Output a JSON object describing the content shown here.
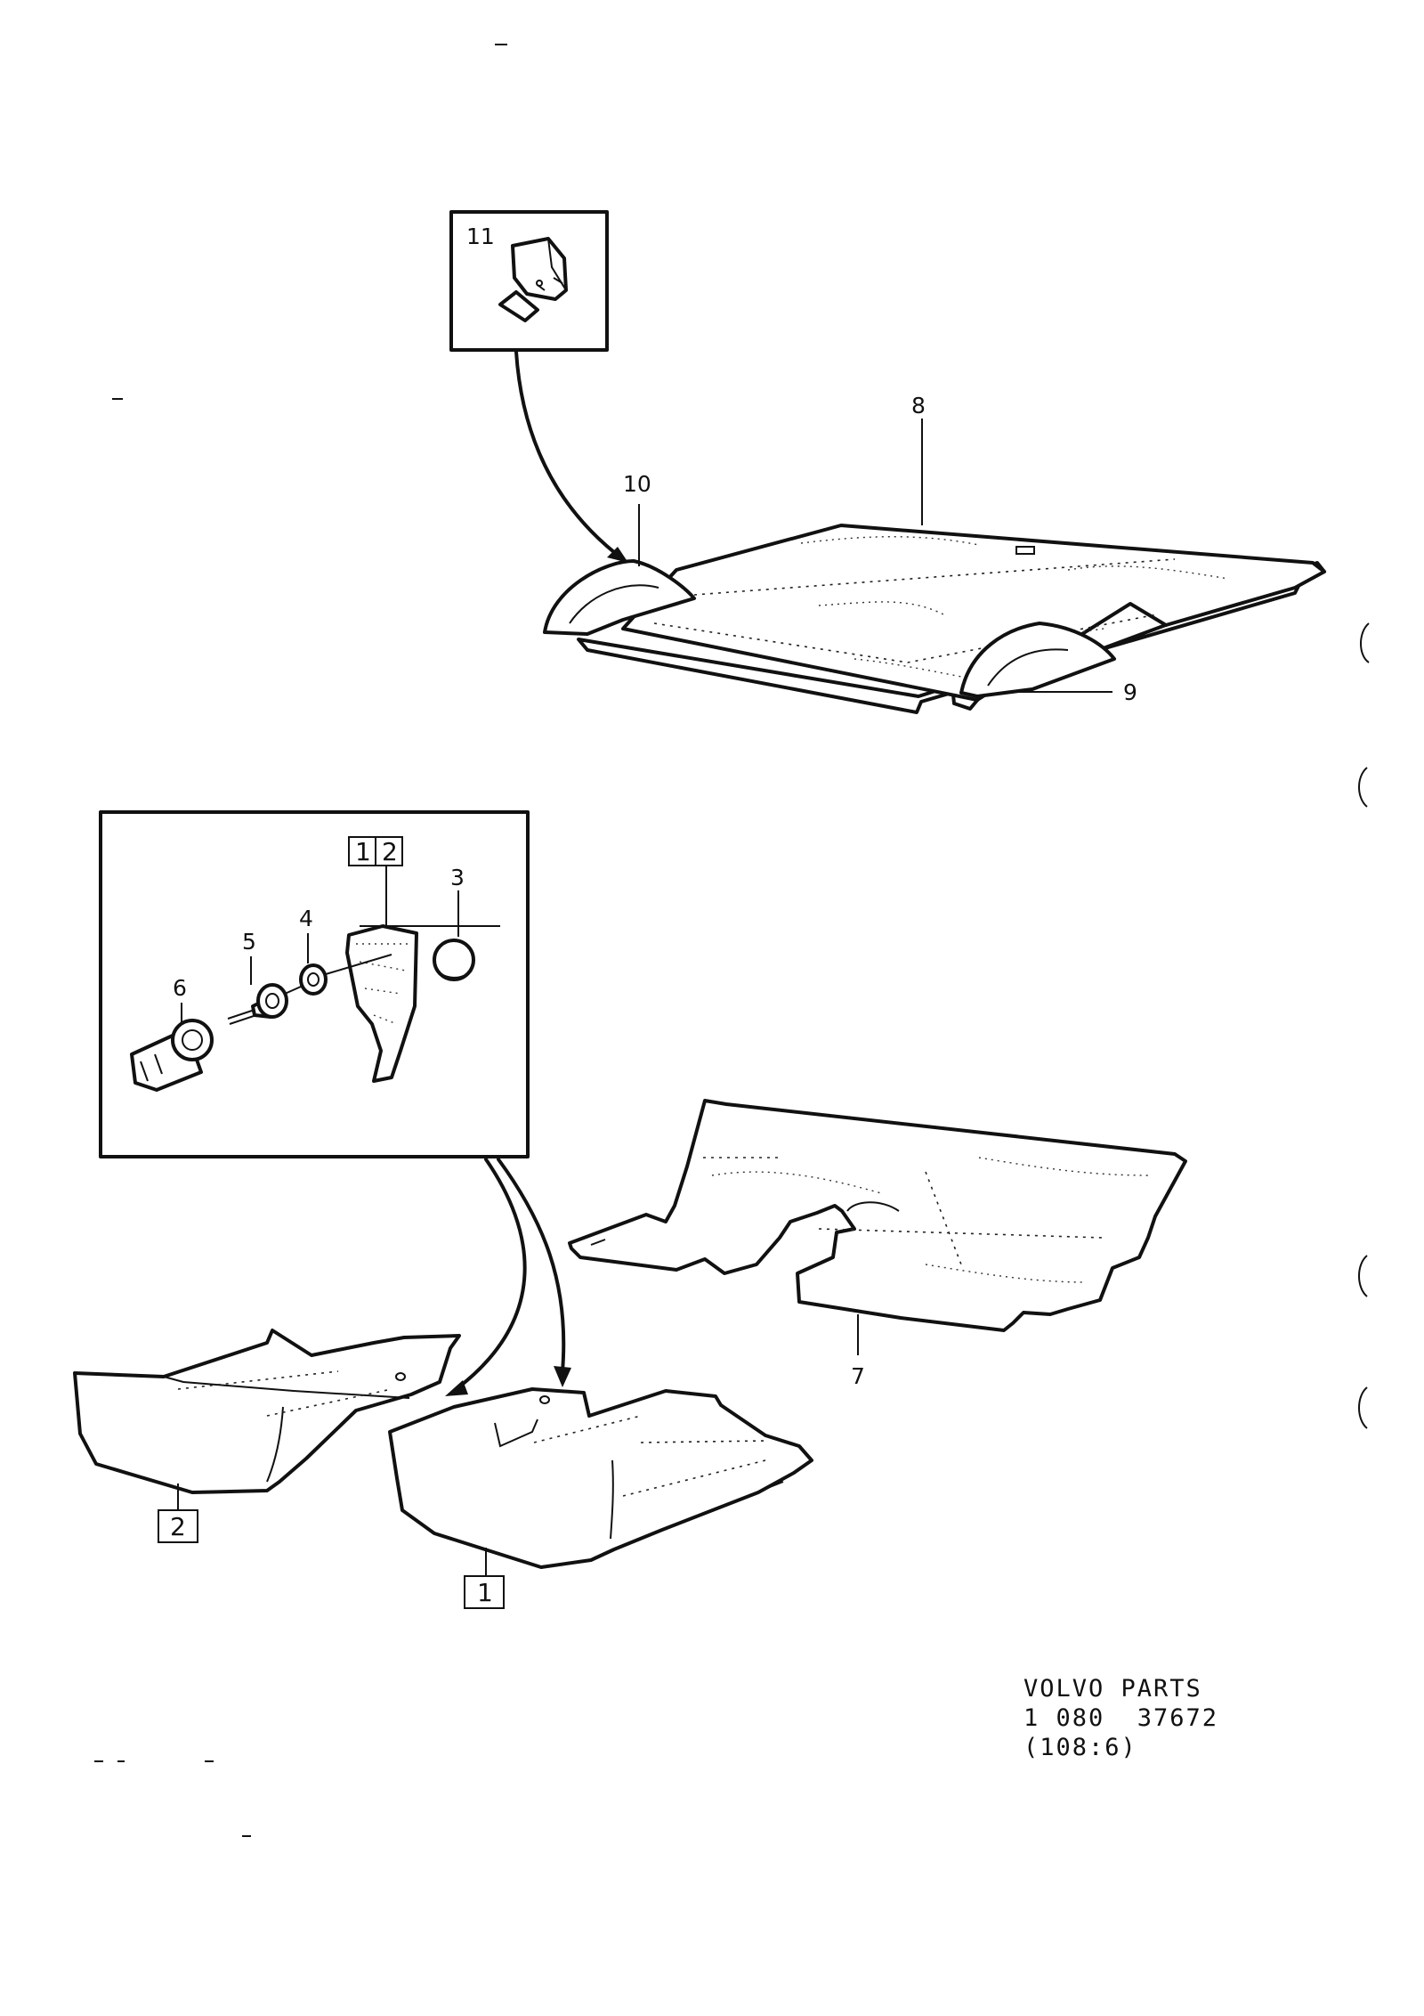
{
  "callouts": {
    "c1": "1",
    "c2": "2",
    "c3": "3",
    "c4": "4",
    "c5": "5",
    "c6": "6",
    "c7": "7",
    "c8": "8",
    "c9": "9",
    "c10": "10",
    "c11": "11",
    "detail_ref_1": "1",
    "detail_ref_2": "2"
  },
  "footer": {
    "line1": "VOLVO PARTS",
    "line2": "1 080  37672",
    "line3": "(108:6)"
  }
}
